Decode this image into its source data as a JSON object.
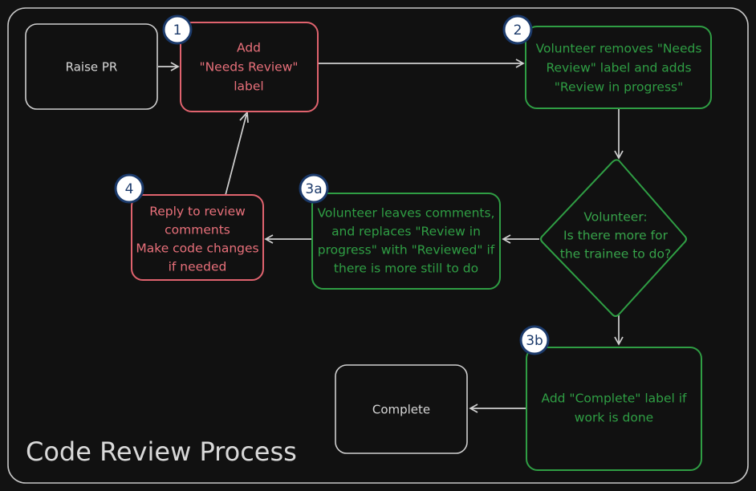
{
  "diagram": {
    "title": "Code Review Process",
    "frame_label": "diagram-frame",
    "colors": {
      "background": "#121212",
      "frame_border": "#c8c8c8",
      "neutral": "#cfcfcf",
      "red": "#e0636e",
      "red_text": "#e8707a",
      "green": "#2f9e44",
      "badge_fill": "#ffffff",
      "badge_border": "#1b3a6b",
      "edge": "#d0d0d0"
    },
    "nodes": [
      {
        "id": "raise-pr",
        "shape": "rounded-rect",
        "style": "neutral",
        "badge": "",
        "lines": [
          "Raise PR"
        ]
      },
      {
        "id": "add-needs-review-label",
        "shape": "rounded-rect",
        "style": "red",
        "badge": "1",
        "lines": [
          "Add",
          "\"Needs Review\"",
          "label"
        ]
      },
      {
        "id": "volunteer-removes-label",
        "shape": "rounded-rect",
        "style": "green",
        "badge": "2",
        "lines": [
          "Volunteer removes \"Needs",
          "Review\" label and adds",
          "\"Review in progress\""
        ]
      },
      {
        "id": "volunteer-decision",
        "shape": "diamond",
        "style": "green",
        "badge": "",
        "lines": [
          "Volunteer:",
          "Is there more for",
          "the trainee to do?"
        ]
      },
      {
        "id": "volunteer-leaves-comments",
        "shape": "rounded-rect",
        "style": "green",
        "badge": "3a",
        "lines": [
          "Volunteer leaves comments,",
          "and replaces \"Review in",
          "progress\" with \"Reviewed\" if",
          "there is more still to do"
        ]
      },
      {
        "id": "reply-to-review-comments",
        "shape": "rounded-rect",
        "style": "red",
        "badge": "4",
        "lines": [
          "Reply to review",
          "comments",
          "Make code changes",
          "if needed"
        ]
      },
      {
        "id": "add-complete-label",
        "shape": "rounded-rect",
        "style": "green",
        "badge": "3b",
        "lines": [
          "Add \"Complete\" label if",
          "work is done"
        ]
      },
      {
        "id": "complete",
        "shape": "rounded-rect",
        "style": "neutral",
        "badge": "",
        "lines": [
          "Complete"
        ]
      }
    ],
    "edges": [
      {
        "from": "raise-pr",
        "to": "add-needs-review-label",
        "label": ""
      },
      {
        "from": "add-needs-review-label",
        "to": "volunteer-removes-label",
        "label": ""
      },
      {
        "from": "volunteer-removes-label",
        "to": "volunteer-decision",
        "label": ""
      },
      {
        "from": "volunteer-decision",
        "to": "volunteer-leaves-comments",
        "label": ""
      },
      {
        "from": "volunteer-leaves-comments",
        "to": "reply-to-review-comments",
        "label": ""
      },
      {
        "from": "reply-to-review-comments",
        "to": "add-needs-review-label",
        "label": ""
      },
      {
        "from": "volunteer-decision",
        "to": "add-complete-label",
        "label": ""
      },
      {
        "from": "add-complete-label",
        "to": "complete",
        "label": ""
      }
    ]
  }
}
